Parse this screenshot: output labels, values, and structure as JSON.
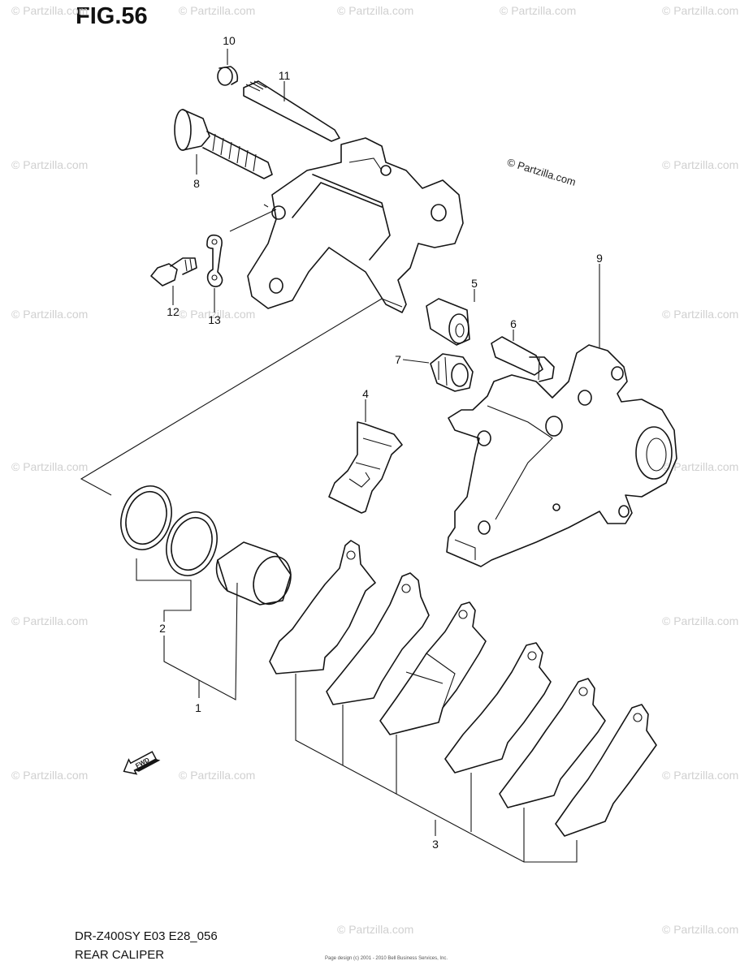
{
  "figure": {
    "title": "FIG.56",
    "model_code": "DR-Z400SY E03 E28_056",
    "caption": "REAR CALIPER",
    "copyright": "© Partzilla.com",
    "watermark": "© Partzilla.com",
    "fine_print": "Page design (c) 2001 - 2010 Bell Business Services, Inc."
  },
  "callouts": [
    {
      "id": "1",
      "label": "1"
    },
    {
      "id": "2",
      "label": "2"
    },
    {
      "id": "3",
      "label": "3"
    },
    {
      "id": "4",
      "label": "4"
    },
    {
      "id": "5",
      "label": "5"
    },
    {
      "id": "6",
      "label": "6"
    },
    {
      "id": "7",
      "label": "7"
    },
    {
      "id": "8",
      "label": "8"
    },
    {
      "id": "9",
      "label": "9"
    },
    {
      "id": "10",
      "label": "10"
    },
    {
      "id": "11",
      "label": "11"
    },
    {
      "id": "12",
      "label": "12"
    },
    {
      "id": "13",
      "label": "13"
    }
  ],
  "direction_arrow": {
    "label": "FWD",
    "icon": "forward-arrow-icon"
  }
}
